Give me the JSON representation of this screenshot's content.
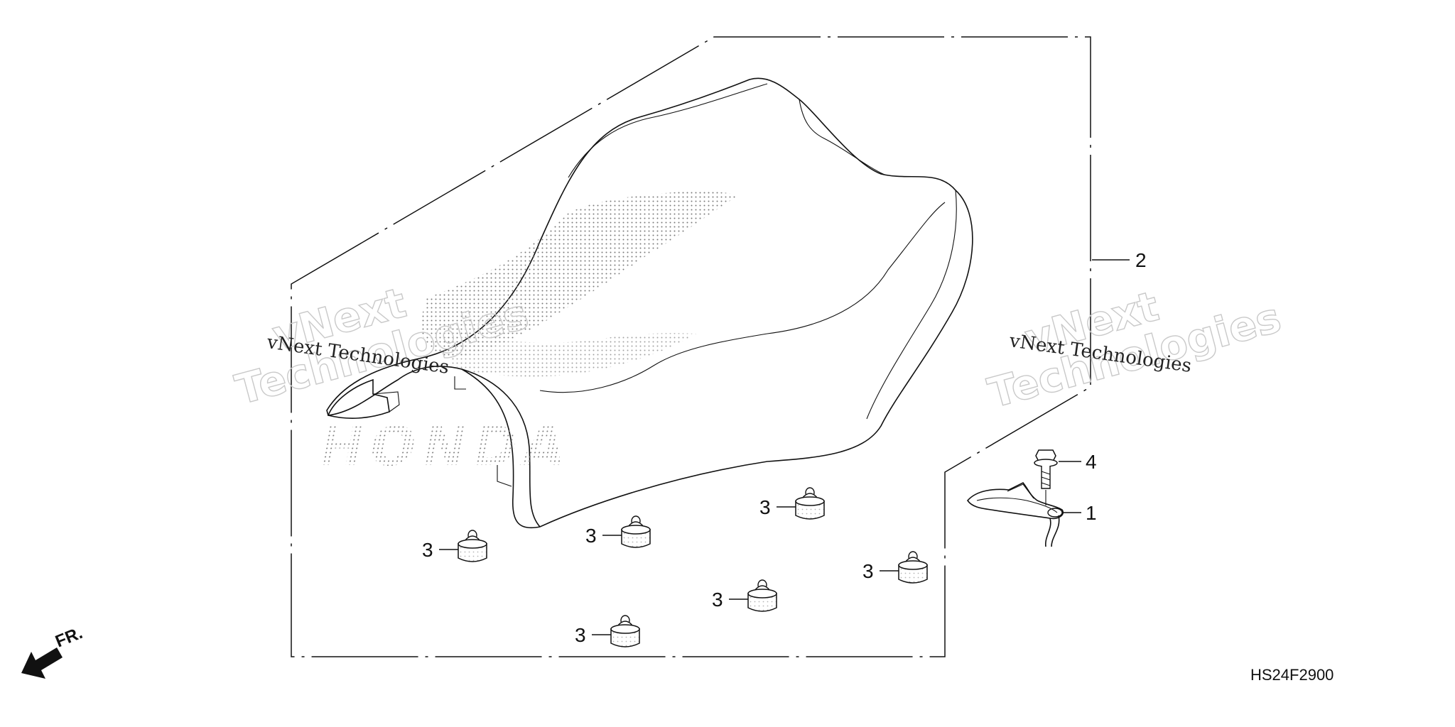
{
  "callouts": {
    "seat": "2",
    "bolt": "4",
    "hook": "1",
    "cushion": "3"
  },
  "diagram_code": "HS24F2900",
  "front_label": "FR.",
  "watermark": {
    "mono": "vNext Technologies",
    "big_line1": "vNext",
    "big_line2": "Technologies"
  },
  "logo_text": "HONDA",
  "icons": [
    "seat-icon",
    "cushion-icon",
    "bolt-icon",
    "hook-icon",
    "front-arrow-icon"
  ]
}
